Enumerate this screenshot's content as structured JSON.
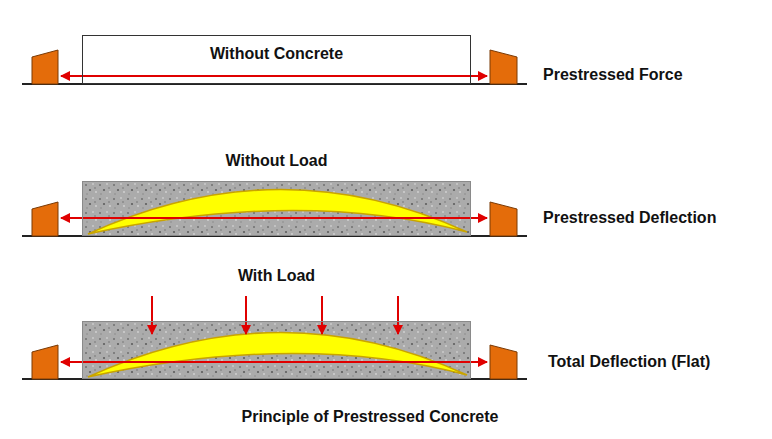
{
  "diagram": {
    "caption": "Principle of Prestressed Concrete",
    "nodes": [
      {
        "text": [
          "Without Concrete"
        ]
      },
      {
        "text": [
          "Without Load"
        ]
      },
      {
        "text": [
          "With Load"
        ]
      }
    ],
    "labels": [
      "Prestressed Force",
      "Prestressed Deflection",
      "Total Deflection (Flat)"
    ]
  }
}
